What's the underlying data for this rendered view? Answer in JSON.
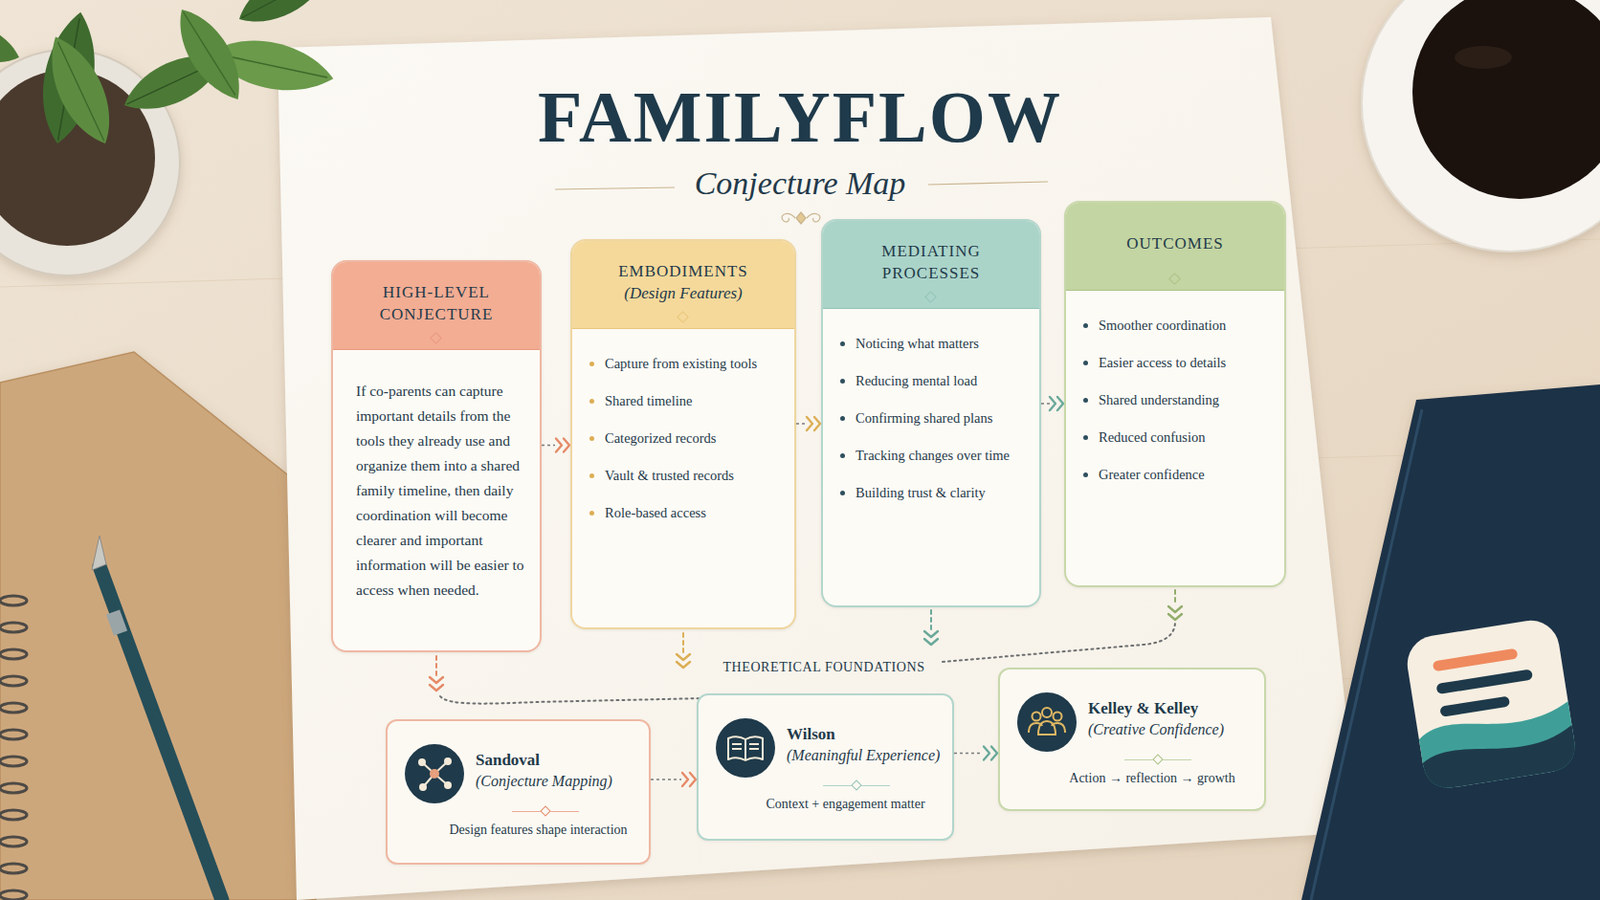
{
  "diagram": {
    "title": "FAMILYFLOW",
    "nodes": [
      {
        "text": [
          "HIGH-LEVEL CONJECTURE",
          "If co-parents can capture important details from the tools they already use and organize them into a shared family timeline, then daily coordination will become clearer and important information will be easier to access when needed."
        ]
      },
      {
        "text": [
          "EMBODIMENTS",
          "(Design Features)",
          "Capture from existing tools",
          "Shared timeline",
          "Categorized records",
          "Vault & trusted records",
          "Role-based access"
        ]
      },
      {
        "text": [
          "MEDIATING PROCESSES",
          "Noticing what matters",
          "Reducing mental load",
          "Confirming shared plans",
          "Tracking changes over time",
          "Building trust & clarity"
        ]
      },
      {
        "text": [
          "OUTCOMES",
          "Smoother coordination",
          "Easier access to details",
          "Shared understanding",
          "Reduced confusion",
          "Greater confidence"
        ]
      },
      {
        "text": [
          "Sandoval",
          "(Conjecture Mapping)",
          "Design features shape interaction"
        ]
      },
      {
        "text": [
          "Wilson",
          "(Meaningful Experience)",
          "Context + engagement matter"
        ]
      },
      {
        "text": [
          "Kelley & Kelley",
          "(Creative Confidence)",
          "Action → reflection → growth"
        ]
      }
    ],
    "edges": [
      {
        "from": 0,
        "to": 1,
        "arrow": "to"
      },
      {
        "from": 1,
        "to": 2,
        "arrow": "to"
      },
      {
        "from": 2,
        "to": 3,
        "arrow": "to"
      },
      {
        "from": 4,
        "to": 5,
        "arrow": "to"
      },
      {
        "from": 5,
        "to": 6,
        "arrow": "to"
      }
    ],
    "labels": [
      "Conjecture Map",
      "THEORETICAL FOUNDATIONS"
    ]
  }
}
